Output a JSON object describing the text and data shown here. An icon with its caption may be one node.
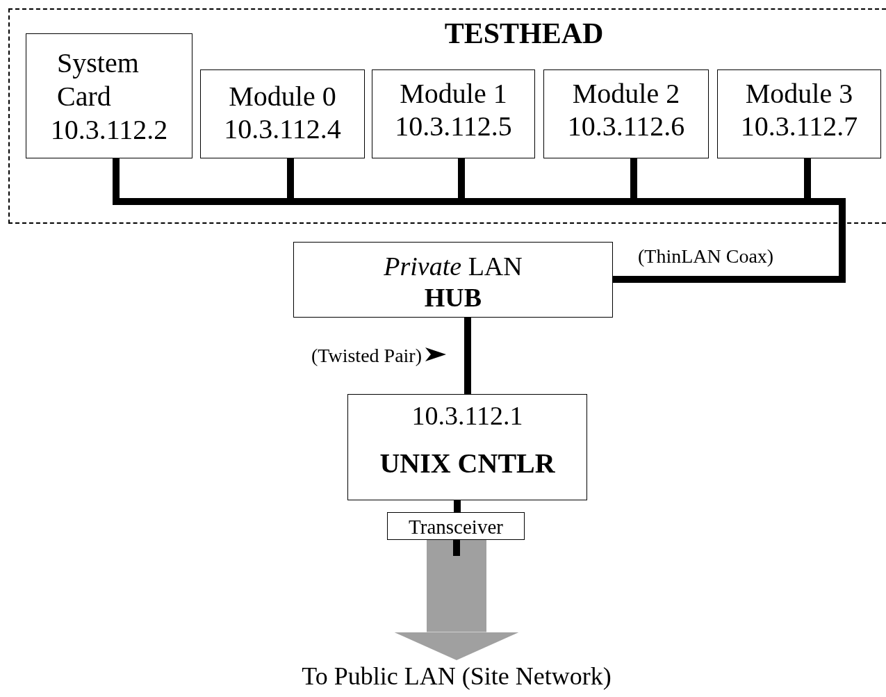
{
  "diagram": {
    "nodes": [
      {
        "text": [
          "TESTHEAD"
        ]
      },
      {
        "text": [
          "System Card",
          "10.3.112.2"
        ],
        "in": 0
      },
      {
        "text": [
          "Module 0",
          "10.3.112.4"
        ],
        "in": 0
      },
      {
        "text": [
          "Module 1",
          "10.3.112.5"
        ],
        "in": 0
      },
      {
        "text": [
          "Module 2",
          "10.3.112.6"
        ],
        "in": 0
      },
      {
        "text": [
          "Module 3",
          "10.3.112.7"
        ],
        "in": 0
      },
      {
        "text": [
          "*Private* LAN",
          "HUB"
        ]
      },
      {
        "text": [
          "10.3.112.1",
          "UNIX CNTLR"
        ]
      },
      {
        "text": [
          "Transceiver"
        ]
      },
      {
        "text": [
          "To Public LAN (Site Network)"
        ]
      }
    ],
    "edges": [
      {
        "from": 1,
        "to": 6,
        "arrow": "none"
      },
      {
        "from": 2,
        "to": 6,
        "arrow": "none"
      },
      {
        "from": 3,
        "to": 6,
        "arrow": "none"
      },
      {
        "from": 4,
        "to": 6,
        "arrow": "none"
      },
      {
        "from": 5,
        "to": 6,
        "arrow": "none",
        "label": "(ThinLAN Coax)"
      },
      {
        "from": 6,
        "to": 7,
        "arrow": "none",
        "label": "(Twisted Pair)"
      },
      {
        "from": 7,
        "to": 8,
        "arrow": "none"
      },
      {
        "from": 8,
        "to": 9,
        "arrow": "to",
        "style": "thick",
        "color": "#a0a0a0"
      }
    ]
  }
}
